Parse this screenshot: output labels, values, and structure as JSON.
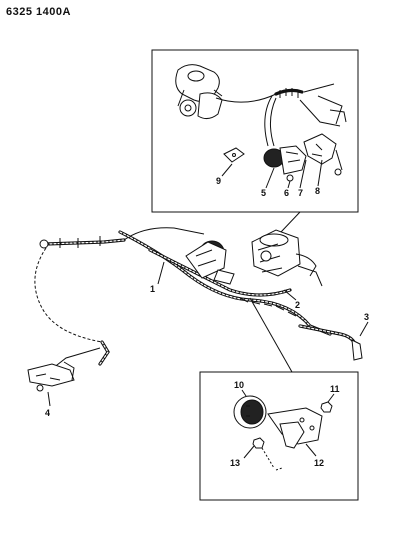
{
  "header": {
    "code": "6325 1400A"
  },
  "callouts": {
    "c1": "1",
    "c2": "2",
    "c3": "3",
    "c4": "4",
    "c5": "5",
    "c6": "6",
    "c7": "7",
    "c8": "8",
    "c9": "9",
    "c10": "10",
    "c11": "11",
    "c12": "12",
    "c13": "13"
  }
}
